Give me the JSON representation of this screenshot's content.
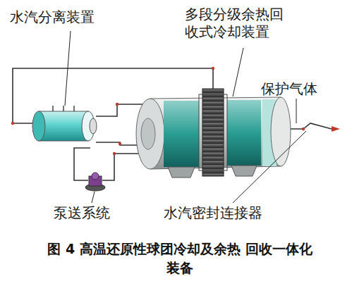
{
  "diagram": {
    "caption": "图 4 高温还原性球团冷却及余热 回收一体化装备",
    "labels": [
      "水汽分离装置",
      "多段分级余热回 收式冷却装置",
      "保护气体",
      "泵送系统",
      "水汽密封连接器"
    ]
  }
}
